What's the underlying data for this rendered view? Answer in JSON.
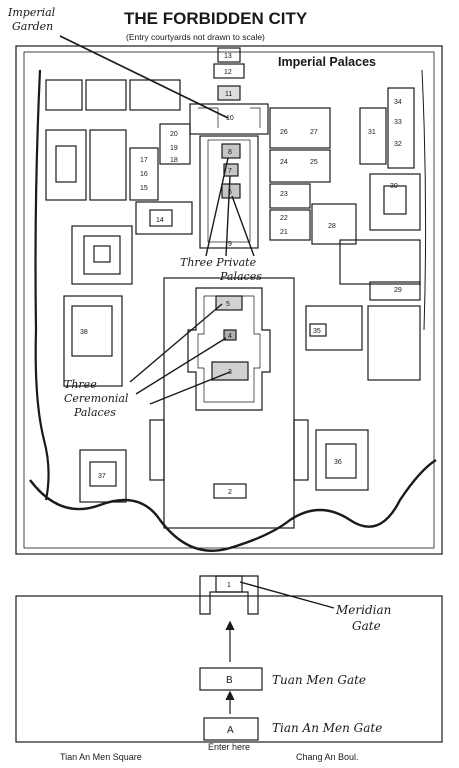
{
  "title": "THE FORBIDDEN CITY",
  "subtitle": "(Entry courtyards not drawn to scale)",
  "section_label": "Imperial Palaces",
  "handwritten": {
    "imperial_garden": [
      "Imperial",
      "Garden"
    ],
    "three_private": [
      "Three Private",
      "Palaces"
    ],
    "three_ceremonial": [
      "Three",
      "Ceremonial",
      "Palaces"
    ],
    "meridian": [
      "Meridian",
      "Gate"
    ],
    "tuan_men": "Tuan Men Gate",
    "tian_an_men": "Tian An Men Gate"
  },
  "gate_letters": {
    "a": "A",
    "b": "B",
    "meridian_num": "1"
  },
  "bottom": {
    "left": "Tian An Men Square",
    "center": "Enter here",
    "right": "Chang An Boul."
  },
  "building_numbers": {
    "n2": "2",
    "n3": "3",
    "n4": "4",
    "n5": "5",
    "n6": "6",
    "n7": "7",
    "n8": "8",
    "n9": "9",
    "n10": "10",
    "n11": "11",
    "n12": "12",
    "n13": "13",
    "n14": "14",
    "n15": "15",
    "n16": "16",
    "n17": "17",
    "n18": "18",
    "n19": "19",
    "n20": "20",
    "n21": "21",
    "n22": "22",
    "n23": "23",
    "n24": "24",
    "n25": "25",
    "n26": "26",
    "n27": "27",
    "n28": "28",
    "n29": "29",
    "n30": "30",
    "n31": "31",
    "n32": "32",
    "n33": "33",
    "n34": "34",
    "n35": "35",
    "n36": "36",
    "n37": "37",
    "n38": "38"
  },
  "colors": {
    "ink": "#1a1a1a",
    "paper": "#ffffff"
  }
}
